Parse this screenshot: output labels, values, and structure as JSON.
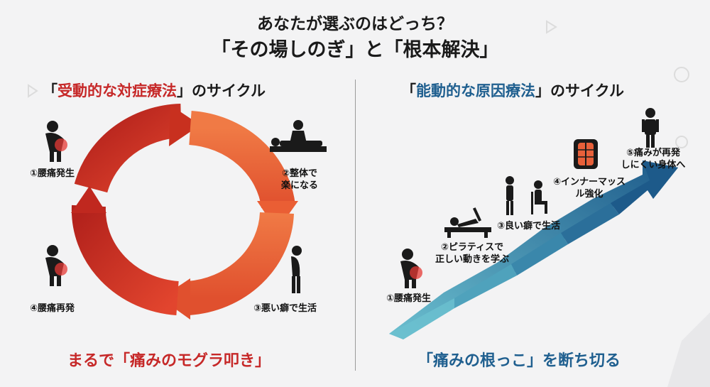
{
  "title": {
    "line1": "あなたが選ぶのはどっち？",
    "line2": "「その場しのぎ」と「根本解決」"
  },
  "left": {
    "heading_open": "「",
    "heading_highlight": "受動的な対症療法",
    "heading_close": "」のサイクル",
    "steps": [
      {
        "label": "①腰痛発生",
        "icon": "back-pain-icon"
      },
      {
        "label_line1": "②整体で",
        "label_line2": "楽になる",
        "icon": "massage-icon"
      },
      {
        "label": "③悪い癖で生活",
        "icon": "slouching-person-icon"
      },
      {
        "label": "④腰痛再発",
        "icon": "back-pain-icon"
      }
    ],
    "bottom_text": "まるで「痛みのモグラ叩き」"
  },
  "right": {
    "heading_open": "「",
    "heading_highlight": "能動的な原因療法",
    "heading_close": "」のサイクル",
    "steps": [
      {
        "label": "①腰痛発生",
        "icon": "back-pain-icon"
      },
      {
        "label_line1": "②ピラティスで",
        "label_line2": "正しい動きを学ぶ",
        "icon": "pilates-reformer-icon"
      },
      {
        "label": "③良い癖で生活",
        "icon": "good-posture-people-icon"
      },
      {
        "label_line1": "④インナーマッス",
        "label_line2": "ル強化",
        "icon": "inner-muscle-icon"
      },
      {
        "label_line1": "⑤痛みが再発",
        "label_line2": "しにくい身体へ",
        "icon": "standing-person-icon"
      }
    ],
    "bottom_text": "「痛みの根っこ」を断ち切る"
  },
  "colors": {
    "red_dark": "#c0281f",
    "red_light": "#ee6a3a",
    "blue_dark": "#1f5f8f",
    "blue_light": "#5fb3c8"
  }
}
